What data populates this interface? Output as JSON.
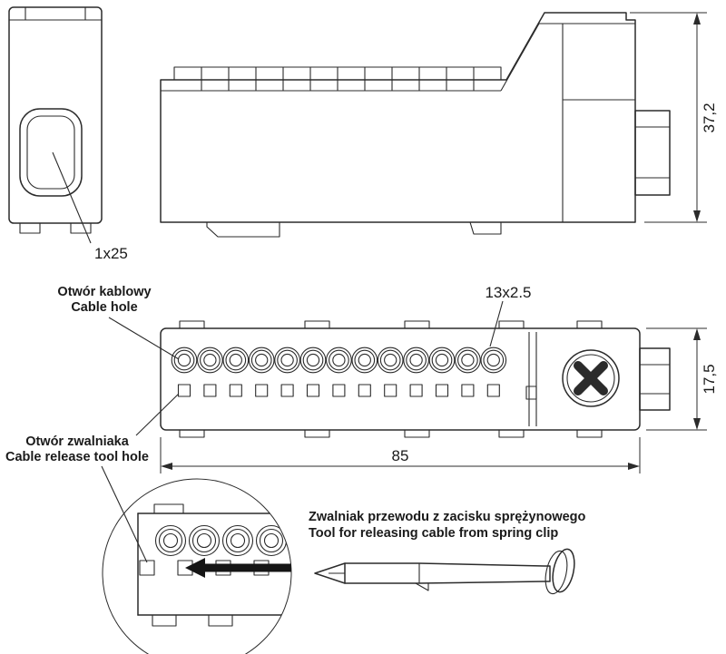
{
  "drawing": {
    "labels": {
      "cable_hole_pl": "Otwór kablowy",
      "cable_hole_en": "Cable hole",
      "release_hole_pl": "Otwór zwalniaka",
      "release_hole_en": "Cable release tool hole",
      "tool_pl": "Zwalniak przewodu z zacisku sprężynowego",
      "tool_en": "Tool for releasing cable from spring clip"
    },
    "dimensions": {
      "end_hole": "1x25",
      "cable_holes": "13x2.5",
      "side_height": "37,2",
      "front_height": "17,5",
      "front_width": "85"
    },
    "colors": {
      "line": "#2b2b2b",
      "background": "#ffffff"
    }
  }
}
